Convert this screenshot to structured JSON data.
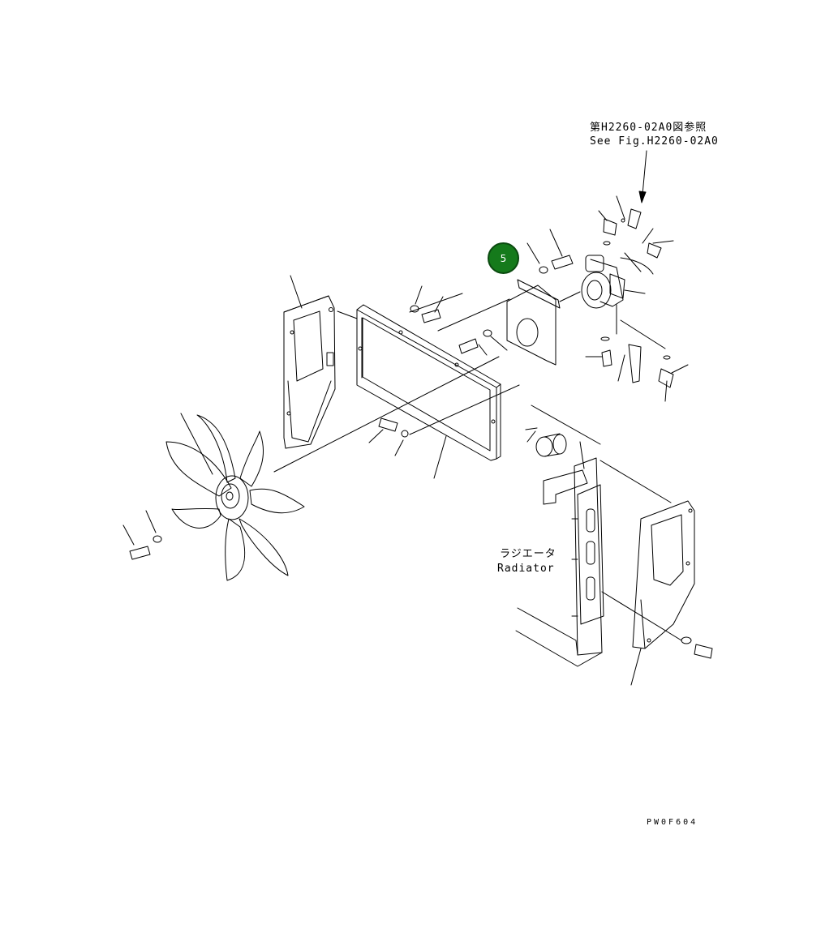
{
  "reference": {
    "japanese": "第H2260-02A0図参照",
    "english": "See Fig.H2260-02A0"
  },
  "radiator_label": {
    "japanese": "ラジエータ",
    "english": "Radiator"
  },
  "callout": {
    "number": "5",
    "color": "#157a1b"
  },
  "drawing_number": "PW0F604"
}
